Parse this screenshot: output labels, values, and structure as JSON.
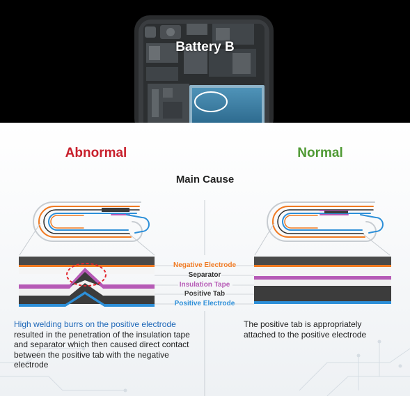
{
  "header": {
    "title": "Battery B"
  },
  "abnormal": {
    "heading": "Abnormal",
    "description_highlight": "High welding burrs on the positive electrode",
    "description_rest": " resulted in the penetration of the insulation tape and separator which then caused direct contact between the positive tab with the negative electrode"
  },
  "normal": {
    "heading": "Normal",
    "description": "The positive tab is appropriately attached to the positive electrode"
  },
  "main_cause": "Main Cause",
  "layers": {
    "negative_electrode": "Negative Electrode",
    "separator": "Separator",
    "insulation_tape": "Insulation Tape",
    "positive_tab": "Positive Tab",
    "positive_electrode": "Positive Electrode"
  },
  "colors": {
    "negative_electrode": "#f07a22",
    "separator": "#2b2b2b",
    "insulation_tape": "#b65ab6",
    "positive_tab": "#3c3c3c",
    "positive_electrode": "#2d8fd8",
    "abnormal": "#c8202c",
    "normal": "#4f9a34"
  }
}
